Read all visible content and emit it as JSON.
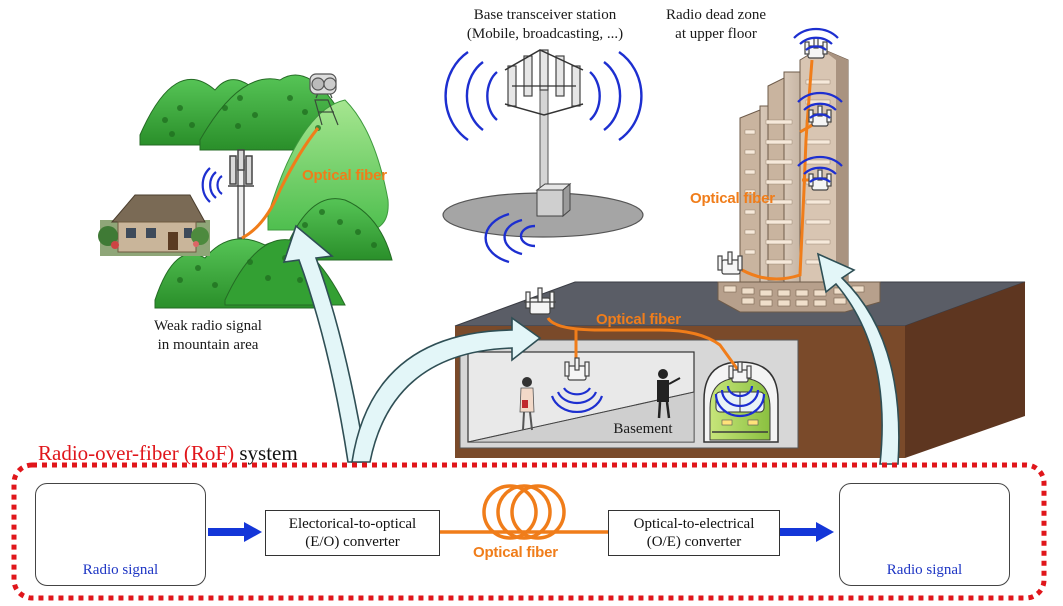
{
  "labels": {
    "bts_line1": "Base transceiver station",
    "bts_line2": "(Mobile, broadcasting, ...)",
    "deadzone_line1": "Radio dead zone",
    "deadzone_line2": "at upper floor",
    "weak_line1": "Weak radio signal",
    "weak_line2": "in mountain area",
    "basement": "Basement",
    "optical_fiber": "Optical fiber"
  },
  "system": {
    "title_red": "Radio-over-fiber (RoF)",
    "title_rest": "system",
    "eo_line1": "Electorical-to-optical",
    "eo_line2": "(E/O) converter",
    "oe_line1": "Optical-to-electrical",
    "oe_line2": "(O/E) converter",
    "radio_signal": "Radio signal",
    "fiber_label": "Optical fiber"
  },
  "colors": {
    "fiber": "#f07d1a",
    "radio_wave": "#1d2fd0",
    "system_border": "#e0161b",
    "arrow_fill": "#e3f6f8",
    "arrow_stroke": "#2f4f55",
    "mountain": "#3ca63c",
    "signal_arrow": "#1436d8"
  }
}
